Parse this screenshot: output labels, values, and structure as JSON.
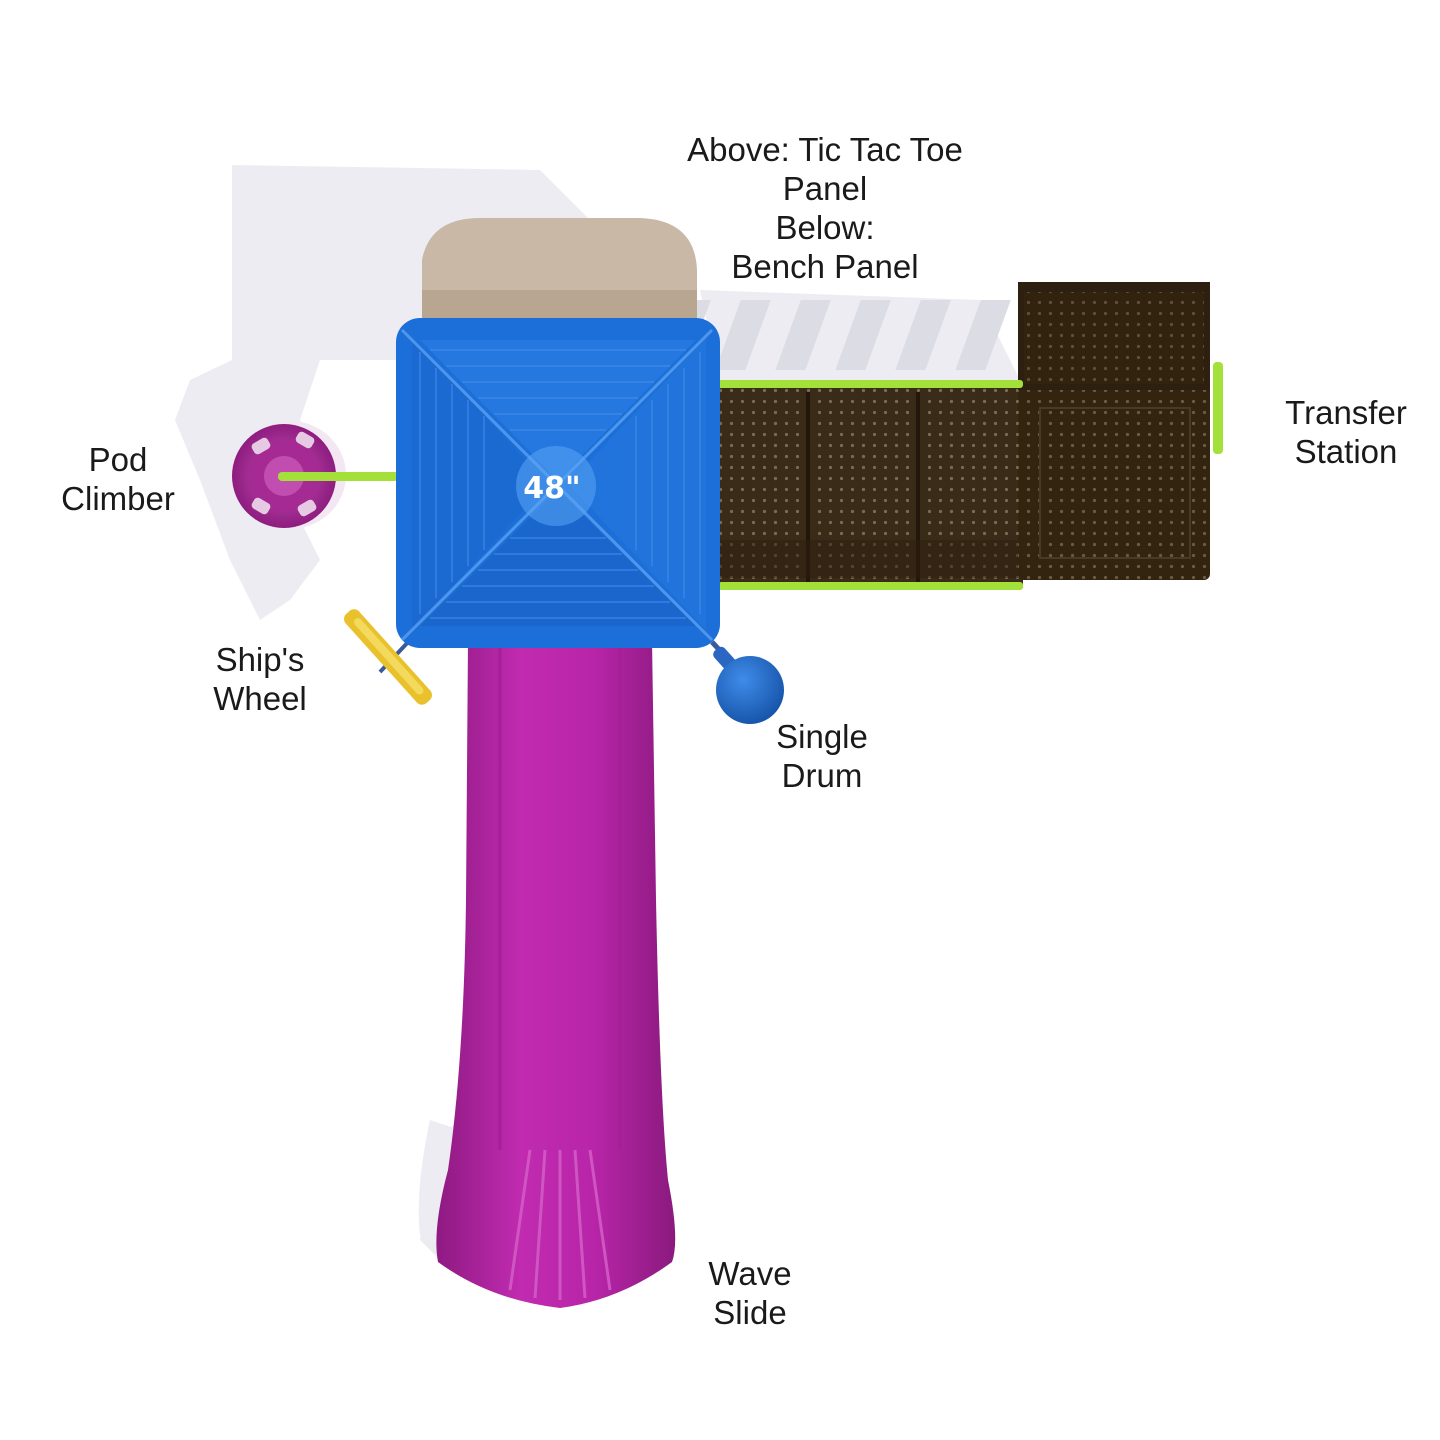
{
  "labels": {
    "tic_tac_toe": {
      "line1": "Above: Tic Tac Toe",
      "line2": "Panel",
      "line3": "Below:",
      "line4": "Bench Panel"
    },
    "transfer_station": {
      "line1": "Transfer",
      "line2": "Station"
    },
    "pod_climber": {
      "line1": "Pod",
      "line2": "Climber"
    },
    "ships_wheel": {
      "line1": "Ship's",
      "line2": "Wheel"
    },
    "single_drum": {
      "line1": "Single",
      "line2": "Drum"
    },
    "wave_slide": {
      "line1": "Wave",
      "line2": "Slide"
    },
    "deck_height": "48\""
  },
  "colors": {
    "deck_blue": "#1c6fd8",
    "roof_tan": "#c9b8a6",
    "panel_brown": "#3a2a18",
    "slide_purple": "#b0219f",
    "accent_green": "#a4e03a",
    "wheel_yellow": "#e8c12c",
    "pod_purple": "#a0238e",
    "drum_blue": "#1d6bc9"
  }
}
